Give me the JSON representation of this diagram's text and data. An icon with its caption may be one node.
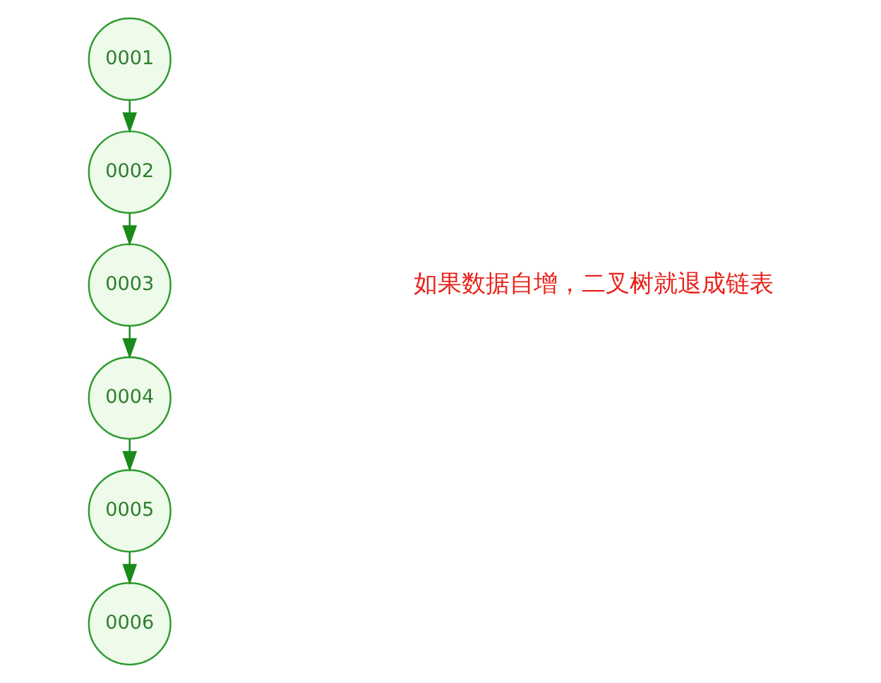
{
  "diagram": {
    "nodes": [
      {
        "text": [
          "0001"
        ]
      },
      {
        "text": [
          "0002"
        ]
      },
      {
        "text": [
          "0003"
        ]
      },
      {
        "text": [
          "0004"
        ]
      },
      {
        "text": [
          "0005"
        ]
      },
      {
        "text": [
          "0006"
        ]
      }
    ],
    "edges": [
      {
        "from": 0,
        "to": 1,
        "arrow": "to"
      },
      {
        "from": 1,
        "to": 2,
        "arrow": "to"
      },
      {
        "from": 2,
        "to": 3,
        "arrow": "to"
      },
      {
        "from": 3,
        "to": 4,
        "arrow": "to"
      },
      {
        "from": 4,
        "to": 5,
        "arrow": "to"
      }
    ],
    "labels": [
      "如果数据自增，二叉树就退成链表"
    ]
  }
}
